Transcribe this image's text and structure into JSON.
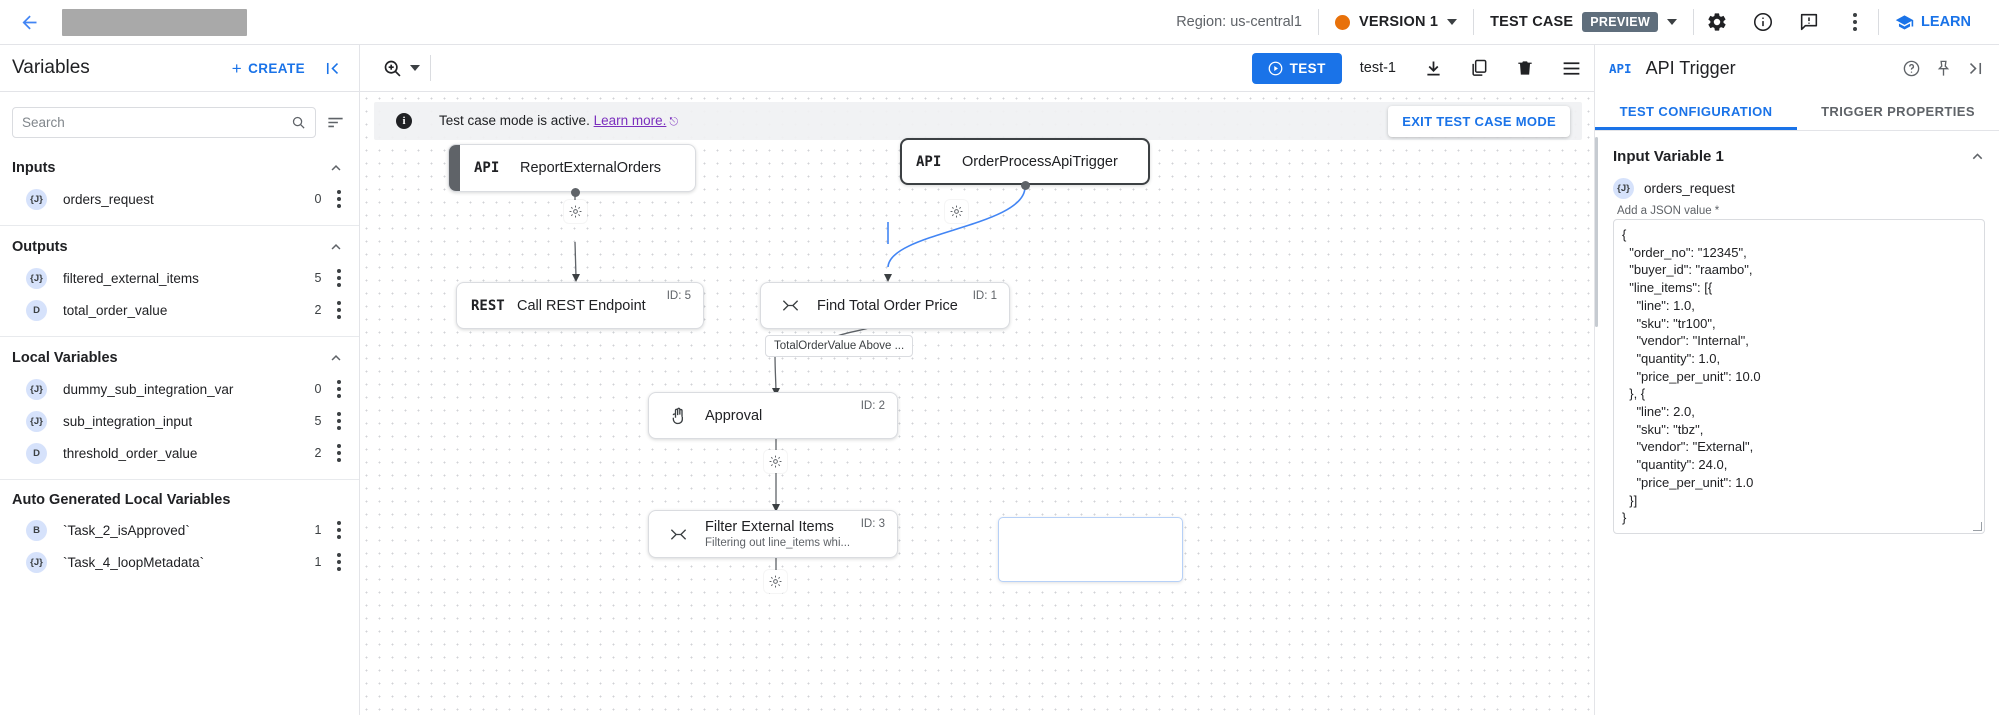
{
  "topbar": {
    "back_icon": "arrow-left-icon",
    "region": "Region: us-central1",
    "version_label": "VERSION 1",
    "version_dot_color": "#e8710a",
    "testcase_label": "TEST CASE",
    "preview_badge": "PREVIEW",
    "learn_label": "LEARN",
    "icons": [
      "gear-icon",
      "info-icon",
      "feedback-icon",
      "more-vert-icon"
    ]
  },
  "sidebar": {
    "title": "Variables",
    "create_label": "CREATE",
    "search_placeholder": "Search",
    "search_value": "",
    "sections": [
      {
        "title": "Inputs",
        "items": [
          {
            "type": "{J}",
            "name": "orders_request",
            "count": "0"
          }
        ]
      },
      {
        "title": "Outputs",
        "items": [
          {
            "type": "{J}",
            "name": "filtered_external_items",
            "count": "5"
          },
          {
            "type": "D",
            "name": "total_order_value",
            "count": "2"
          }
        ]
      },
      {
        "title": "Local Variables",
        "items": [
          {
            "type": "{J}",
            "name": "dummy_sub_integration_var",
            "count": "0"
          },
          {
            "type": "{J}",
            "name": "sub_integration_input",
            "count": "5"
          },
          {
            "type": "D",
            "name": "threshold_order_value",
            "count": "2"
          }
        ]
      },
      {
        "title": "Auto Generated Local Variables",
        "items": [
          {
            "type": "B",
            "name": "`Task_2_isApproved`",
            "count": "1"
          },
          {
            "type": "{J}",
            "name": "`Task_4_loopMetadata`",
            "count": "1"
          }
        ]
      }
    ]
  },
  "canvas_toolbar": {
    "zoom_icon": "zoom-in-icon",
    "test_label": "TEST",
    "test_name": "test-1",
    "icons": [
      "download-icon",
      "duplicate-icon",
      "delete-icon",
      "list-icon"
    ]
  },
  "canvas": {
    "banner_text": "Test case mode is active.",
    "banner_link": "Learn more.",
    "exit_label": "EXIT TEST CASE MODE",
    "nodes": [
      {
        "type": "API",
        "title": "ReportExternalOrders",
        "sub": "",
        "id": "",
        "selected": false
      },
      {
        "type": "API",
        "title": "OrderProcessApiTrigger",
        "sub": "",
        "id": "",
        "selected": true
      },
      {
        "type": "REST",
        "title": "Call REST Endpoint",
        "sub": "",
        "id": "ID: 5",
        "selected": false
      },
      {
        "type": "",
        "title": "Find Total Order Price",
        "sub": "",
        "id": "ID: 1",
        "selected": false
      },
      {
        "type": "",
        "title": "Approval",
        "sub": "",
        "id": "ID: 2",
        "selected": false
      },
      {
        "type": "",
        "title": "Filter External Items",
        "sub": "Filtering out line_items whi...",
        "id": "ID: 3",
        "selected": false
      }
    ],
    "edge_label": "TotalOrderValue Above ..."
  },
  "right_panel": {
    "api_badge": "API",
    "title": "API Trigger",
    "icons": [
      "help-icon",
      "pin-icon",
      "collapse-right-icon"
    ],
    "tabs": [
      {
        "label": "TEST CONFIGURATION",
        "active": true
      },
      {
        "label": "TRIGGER PROPERTIES",
        "active": false
      }
    ],
    "section_title": "Input Variable 1",
    "variable": {
      "type": "{J}",
      "name": "orders_request"
    },
    "json_label": "Add a JSON value *",
    "json_value": "{\n  \"order_no\": \"12345\",\n  \"buyer_id\": \"raambo\",\n  \"line_items\": [{\n    \"line\": 1.0,\n    \"sku\": \"tr100\",\n    \"vendor\": \"Internal\",\n    \"quantity\": 1.0,\n    \"price_per_unit\": 10.0\n  }, {\n    \"line\": 2.0,\n    \"sku\": \"tbz\",\n    \"vendor\": \"External\",\n    \"quantity\": 24.0,\n    \"price_per_unit\": 1.0\n  }]\n}"
  }
}
